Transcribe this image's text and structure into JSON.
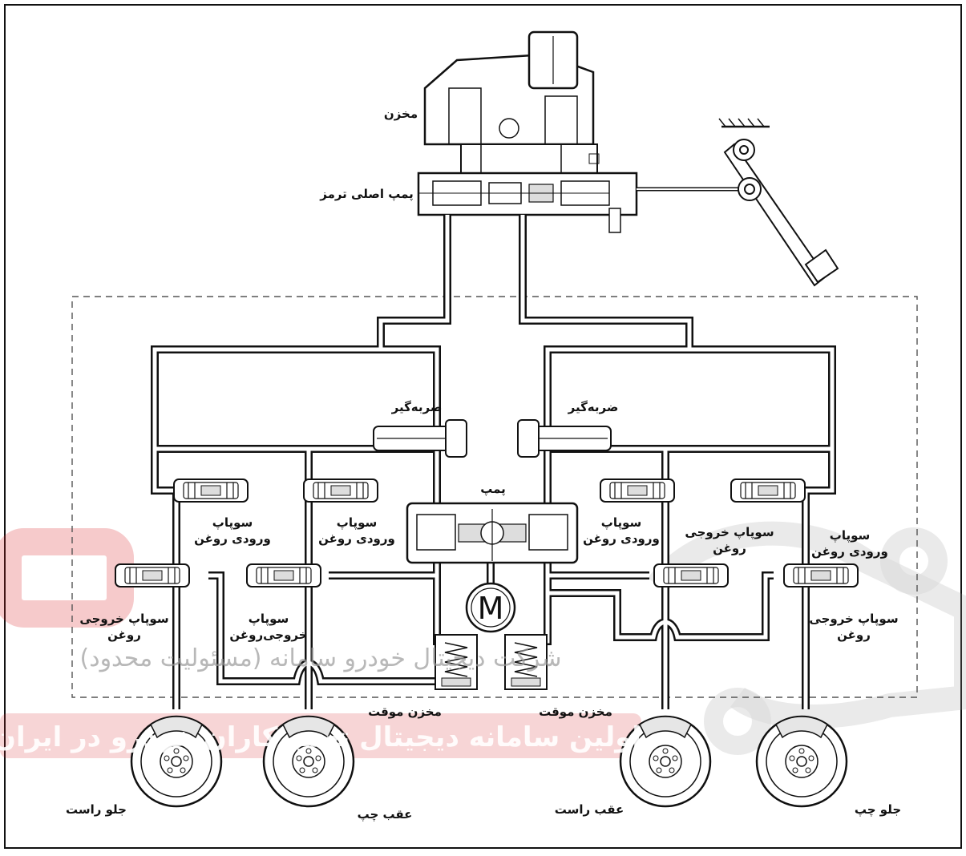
{
  "labels": {
    "reservoir": "مخزن",
    "master_cylinder": "پمپ اصلی ترمز",
    "damper_left": "ضربه‌گیر",
    "damper_right": "ضربه‌گیر",
    "pump": "پمپ",
    "motor": "M",
    "inlet_valve_1": [
      "سوپاپ",
      "ورودی روغن"
    ],
    "inlet_valve_2": [
      "سوپاپ",
      "ورودی روغن"
    ],
    "inlet_valve_3": [
      "سوپاپ",
      "ورودی روغن"
    ],
    "outlet_valve_4_top": [
      "سوپاپ خروجی",
      "روغن"
    ],
    "inlet_valve_4": [
      "سوپاپ",
      "ورودی روغن"
    ],
    "outlet_valve_1": [
      "سوپاپ خروجی",
      "روغن"
    ],
    "outlet_valve_2": [
      "سوپاپ",
      "خروجی‌روغن"
    ],
    "outlet_valve_3": [
      "سوپاپ خروجی",
      "روغن"
    ],
    "accumulator_left": "مخزن موقت",
    "accumulator_right": "مخزن موقت",
    "wheel_front_right": "جلو راست",
    "wheel_rear_left": "عقب چپ",
    "wheel_rear_right": "عقب راست",
    "wheel_front_left": "جلو چپ"
  },
  "watermark": {
    "line1": "شرکت دیجیتال خودرو سامانه (مسئولیت محدود)",
    "line2": "اولین سامانه دیجیتال تعمیرکاران خودرو در ایران"
  },
  "colors": {
    "line": "#111111",
    "watermark_red": "#d9262c",
    "watermark_gray": "#9a9a9a"
  }
}
